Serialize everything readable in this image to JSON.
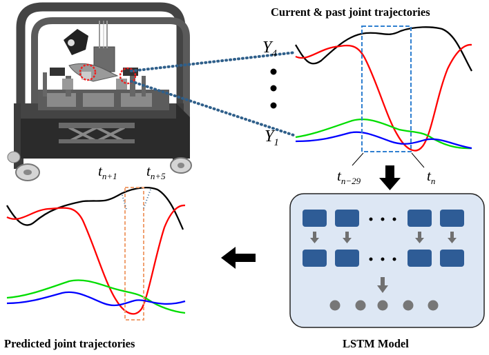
{
  "titles": {
    "current": "Current & past joint trajectories",
    "predicted": "Predicted joint trajectories",
    "model": "LSTM Model"
  },
  "labels": {
    "y4": {
      "main": "Y",
      "sub": "4"
    },
    "y1": {
      "main": "Y",
      "sub": "1"
    },
    "tn29": {
      "main": "t",
      "sub": "n−29"
    },
    "tn": {
      "main": "t",
      "sub": "n"
    },
    "tn1": {
      "main": "t",
      "sub": "n+1"
    },
    "tn5": {
      "main": "t",
      "sub": "n+5"
    }
  },
  "colors": {
    "black_series": "#000000",
    "red_series": "#ff0000",
    "green_series": "#00dd00",
    "blue_series": "#0000ff",
    "window_current": "#2f7fd0",
    "window_predicted": "#f0a070",
    "lstm_panel_fill": "#dde7f4",
    "lstm_block": "#2e5c96",
    "lstm_arrow": "#707070",
    "lstm_dot": "#777777",
    "dotted_link": "#2f5f8a"
  },
  "icons": {
    "down_arrow": "down-arrow-icon",
    "left_arrow": "left-arrow-icon"
  }
}
